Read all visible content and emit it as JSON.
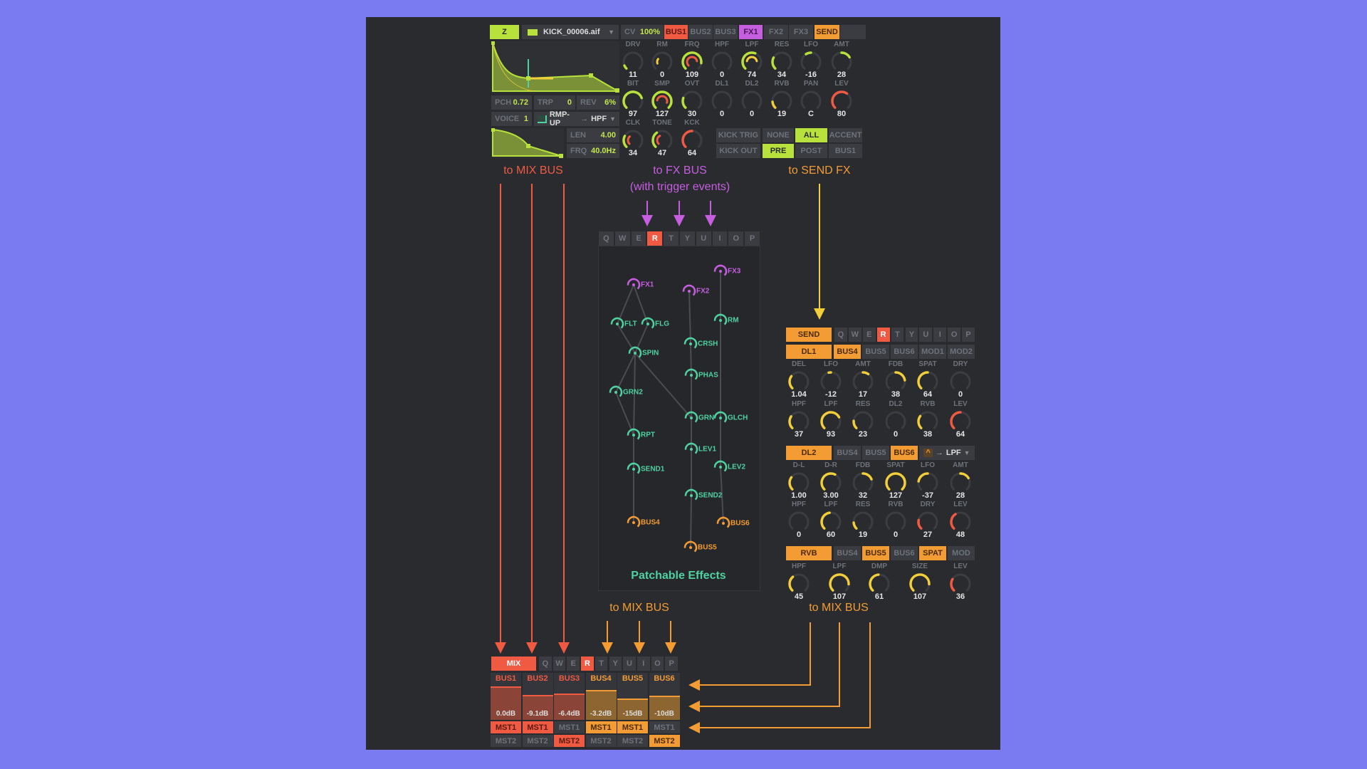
{
  "colors": {
    "bg": "#7b7bf1",
    "panel": "#2a2b2f",
    "lime": "#b8e23b",
    "teal": "#4fd1a0",
    "purple": "#c65ee0",
    "red": "#f05a43",
    "orange": "#f39c33",
    "yellow": "#f2cf3a"
  },
  "header": {
    "z_label": "Z",
    "file_name": "KICK_00006.aif",
    "cv_label": "CV",
    "cv_value": "100%",
    "tabs": [
      "BUS1",
      "BUS2",
      "BUS3",
      "FX1",
      "FX2",
      "FX3",
      "SEND"
    ]
  },
  "sample": {
    "pch_label": "PCH",
    "pch_value": "0.72",
    "trp_label": "TRP",
    "trp_value": "0",
    "rev_label": "REV",
    "rev_value": "6%",
    "voice_label": "VOICE",
    "voice_value": "1",
    "mode": "RMP-UP",
    "mode_arrow": "→",
    "mode_target": "HPF",
    "len_label": "LEN",
    "len_value": "4.00",
    "frq_label": "FRQ",
    "frq_value": "40.0Hz"
  },
  "kick": {
    "trig_label": "KICK TRIG",
    "trig_options": [
      "NONE",
      "ALL",
      "ACCENT"
    ],
    "trig_selected": "ALL",
    "out_label": "KICK OUT",
    "out_options": [
      "PRE",
      "POST",
      "BUS1"
    ],
    "out_selected": "PRE"
  },
  "knobs": {
    "top": [
      {
        "label": "DRV",
        "value": "11",
        "arc": [
          0,
          0.08
        ],
        "color": "#b8e23b"
      },
      {
        "label": "RM",
        "value": "0",
        "arc": [
          0,
          0
        ],
        "color": "#b8e23b",
        "inner": [
          0.1,
          0.3
        ],
        "inner_color": "#f2cf3a"
      },
      {
        "label": "FRQ",
        "value": "109",
        "arc": [
          0,
          0.86
        ],
        "color": "#b8e23b",
        "inner": [
          0,
          0.8
        ],
        "inner_color": "#f05a43"
      },
      {
        "label": "HPF",
        "value": "0",
        "arc": [
          0,
          0
        ],
        "color": "#b8e23b"
      },
      {
        "label": "LPF",
        "value": "74",
        "arc": [
          0,
          0.58
        ],
        "color": "#b8e23b",
        "inner": [
          0.2,
          0.8
        ],
        "inner_color": "#f2cf3a"
      },
      {
        "label": "RES",
        "value": "34",
        "arc": [
          0,
          0.27
        ],
        "color": "#b8e23b"
      },
      {
        "label": "LFO",
        "value": "-16",
        "arc": [
          0.38,
          0.5
        ],
        "color": "#b8e23b"
      },
      {
        "label": "AMT",
        "value": "28",
        "arc": [
          0.5,
          0.72
        ],
        "color": "#b8e23b"
      },
      {
        "label": "BIT",
        "value": "97",
        "arc": [
          0,
          0.76
        ],
        "color": "#b8e23b"
      },
      {
        "label": "SMP",
        "value": "127",
        "arc": [
          0,
          1
        ],
        "color": "#b8e23b",
        "inner": [
          0.2,
          0.9
        ],
        "inner_color": "#f05a43"
      },
      {
        "label": "OVT",
        "value": "30",
        "arc": [
          0,
          0.24
        ],
        "color": "#b8e23b"
      },
      {
        "label": "DL1",
        "value": "0",
        "arc": [
          0,
          0
        ],
        "color": "#b8e23b"
      },
      {
        "label": "DL2",
        "value": "0",
        "arc": [
          0,
          0
        ],
        "color": "#b8e23b"
      },
      {
        "label": "RVB",
        "value": "19",
        "arc": [
          0,
          0.15
        ],
        "color": "#f2cf3a"
      },
      {
        "label": "PAN",
        "value": "C",
        "arc": [
          0.5,
          0.5
        ],
        "color": "#b8e23b"
      },
      {
        "label": "LEV",
        "value": "80",
        "arc": [
          0,
          0.63
        ],
        "color": "#f05a43"
      },
      {
        "label": "CLK",
        "value": "34",
        "arc": [
          0,
          0.27
        ],
        "color": "#b8e23b",
        "inner": [
          0,
          0.35
        ],
        "inner_color": "#f05a43"
      },
      {
        "label": "TONE",
        "value": "47",
        "arc": [
          0,
          0.37
        ],
        "color": "#b8e23b",
        "inner": [
          0,
          0.4
        ],
        "inner_color": "#f05a43"
      },
      {
        "label": "KCK",
        "value": "64",
        "arc": [
          0,
          0.5
        ],
        "color": "#f05a43"
      }
    ],
    "dl1": [
      {
        "label": "DEL",
        "value": "1.04",
        "arc": [
          0,
          0.3
        ],
        "color": "#f2cf3a"
      },
      {
        "label": "LFO",
        "value": "-12",
        "arc": [
          0.45,
          0.5
        ],
        "color": "#f2cf3a"
      },
      {
        "label": "AMT",
        "value": "17",
        "arc": [
          0.5,
          0.63
        ],
        "color": "#f2cf3a"
      },
      {
        "label": "FDB",
        "value": "38",
        "arc": [
          0.5,
          0.8
        ],
        "color": "#f2cf3a"
      },
      {
        "label": "SPAT",
        "value": "64",
        "arc": [
          0,
          0.5
        ],
        "color": "#f2cf3a"
      },
      {
        "label": "DRY",
        "value": "0",
        "arc": [
          0,
          0
        ],
        "color": "#f2cf3a"
      },
      {
        "label": "HPF",
        "value": "37",
        "arc": [
          0,
          0.29
        ],
        "color": "#f2cf3a"
      },
      {
        "label": "LPF",
        "value": "93",
        "arc": [
          0,
          0.73
        ],
        "color": "#f2cf3a"
      },
      {
        "label": "RES",
        "value": "23",
        "arc": [
          0,
          0.18
        ],
        "color": "#f2cf3a"
      },
      {
        "label": "DL2",
        "value": "0",
        "arc": [
          0,
          0
        ],
        "color": "#f2cf3a"
      },
      {
        "label": "RVB",
        "value": "38",
        "arc": [
          0,
          0.3
        ],
        "color": "#f2cf3a"
      },
      {
        "label": "LEV",
        "value": "64",
        "arc": [
          0,
          0.5
        ],
        "color": "#f05a43"
      }
    ],
    "dl2": [
      {
        "label": "D-L",
        "value": "1.00",
        "arc": [
          0,
          0.3
        ],
        "color": "#f2cf3a"
      },
      {
        "label": "D-R",
        "value": "3.00",
        "arc": [
          0,
          0.6
        ],
        "color": "#f2cf3a"
      },
      {
        "label": "FDB",
        "value": "32",
        "arc": [
          0.5,
          0.75
        ],
        "color": "#f2cf3a"
      },
      {
        "label": "SPAT",
        "value": "127",
        "arc": [
          0,
          1
        ],
        "color": "#f2cf3a"
      },
      {
        "label": "LFO",
        "value": "-37",
        "arc": [
          0.2,
          0.5
        ],
        "color": "#f2cf3a"
      },
      {
        "label": "AMT",
        "value": "28",
        "arc": [
          0.5,
          0.72
        ],
        "color": "#f2cf3a"
      },
      {
        "label": "HPF",
        "value": "0",
        "arc": [
          0,
          0
        ],
        "color": "#f2cf3a"
      },
      {
        "label": "LPF",
        "value": "60",
        "arc": [
          0,
          0.47
        ],
        "color": "#f2cf3a"
      },
      {
        "label": "RES",
        "value": "19",
        "arc": [
          0,
          0.15
        ],
        "color": "#f2cf3a"
      },
      {
        "label": "RVB",
        "value": "0",
        "arc": [
          0,
          0
        ],
        "color": "#f2cf3a"
      },
      {
        "label": "DRY",
        "value": "27",
        "arc": [
          0,
          0.21
        ],
        "color": "#f05a43"
      },
      {
        "label": "LEV",
        "value": "48",
        "arc": [
          0,
          0.38
        ],
        "color": "#f05a43"
      }
    ],
    "rvb": [
      {
        "label": "HPF",
        "value": "45",
        "arc": [
          0,
          0.35
        ],
        "color": "#f2cf3a"
      },
      {
        "label": "LPF",
        "value": "107",
        "arc": [
          0,
          0.84
        ],
        "color": "#f2cf3a"
      },
      {
        "label": "DMP",
        "value": "61",
        "arc": [
          0,
          0.48
        ],
        "color": "#f2cf3a"
      },
      {
        "label": "SIZE",
        "value": "107",
        "arc": [
          0,
          0.84
        ],
        "color": "#f2cf3a"
      },
      {
        "label": "LEV",
        "value": "36",
        "arc": [
          0,
          0.28
        ],
        "color": "#f05a43"
      }
    ]
  },
  "annotations": {
    "to_mix_bus": "to MIX BUS",
    "to_fx_bus": "to FX BUS",
    "fx_bus_sub": "(with trigger events)",
    "to_send_fx": "to SEND FX",
    "to_mix_bus_2": "to MIX BUS",
    "to_mix_bus_3": "to MIX BUS"
  },
  "keys": [
    "Q",
    "W",
    "E",
    "R",
    "T",
    "Y",
    "U",
    "I",
    "O",
    "P"
  ],
  "selected_key": "R",
  "patch": {
    "title": "Patchable Effects",
    "nodes": [
      "FX1",
      "FX2",
      "FX3",
      "FLT",
      "FLG",
      "SPIN",
      "RM",
      "CRSH",
      "PHAS",
      "GRN2",
      "GRN",
      "GLCH",
      "RPT",
      "LEV1",
      "SEND1",
      "LEV2",
      "SEND2",
      "BUS4",
      "BUS6",
      "BUS5"
    ],
    "edges": [
      [
        "FX1",
        "FLT"
      ],
      [
        "FX1",
        "FLG"
      ],
      [
        "FLT",
        "SPIN"
      ],
      [
        "FLG",
        "SPIN"
      ],
      [
        "SPIN",
        "GRN2"
      ],
      [
        "SPIN",
        "RPT"
      ],
      [
        "SPIN",
        "GRN"
      ],
      [
        "GRN2",
        "RPT"
      ],
      [
        "RPT",
        "SEND1"
      ],
      [
        "SEND1",
        "BUS4"
      ],
      [
        "FX2",
        "CRSH"
      ],
      [
        "CRSH",
        "PHAS"
      ],
      [
        "PHAS",
        "GRN"
      ],
      [
        "GRN",
        "LEV1"
      ],
      [
        "LEV1",
        "SEND2"
      ],
      [
        "SEND2",
        "BUS5"
      ],
      [
        "FX3",
        "RM"
      ],
      [
        "RM",
        "GLCH"
      ],
      [
        "GLCH",
        "LEV2"
      ],
      [
        "LEV2",
        "BUS6"
      ]
    ]
  },
  "send": {
    "send_label": "SEND",
    "dl1": {
      "label": "DL1",
      "tabs": [
        "BUS4",
        "BUS5",
        "BUS6",
        "MOD1",
        "MOD2"
      ],
      "active": [
        "BUS4"
      ]
    },
    "dl2": {
      "label": "DL2",
      "tabs": [
        "BUS4",
        "BUS5",
        "BUS6"
      ],
      "active": [
        "BUS6"
      ],
      "filter_arrow": "→",
      "filter": "LPF"
    },
    "rvb": {
      "label": "RVB",
      "tabs": [
        "BUS4",
        "BUS5",
        "BUS6",
        "SPAT",
        "MOD"
      ],
      "active": [
        "BUS5",
        "SPAT"
      ]
    }
  },
  "mix": {
    "label": "MIX",
    "buses": [
      {
        "name": "BUS1",
        "db": "0.0dB",
        "level": 0.94,
        "mst1": true,
        "mst2": false,
        "color": "#f05a43"
      },
      {
        "name": "BUS2",
        "db": "-9.1dB",
        "level": 0.7,
        "mst1": true,
        "mst2": false,
        "color": "#f05a43"
      },
      {
        "name": "BUS3",
        "db": "-6.4dB",
        "level": 0.75,
        "mst1": false,
        "mst2": true,
        "color": "#f05a43"
      },
      {
        "name": "BUS4",
        "db": "-3.2dB",
        "level": 0.85,
        "mst1": true,
        "mst2": false,
        "color": "#f39c33"
      },
      {
        "name": "BUS5",
        "db": "-15dB",
        "level": 0.6,
        "mst1": true,
        "mst2": false,
        "color": "#f39c33"
      },
      {
        "name": "BUS6",
        "db": "-10dB",
        "level": 0.68,
        "mst1": false,
        "mst2": true,
        "color": "#f39c33"
      }
    ],
    "mst1": "MST1",
    "mst2": "MST2"
  }
}
